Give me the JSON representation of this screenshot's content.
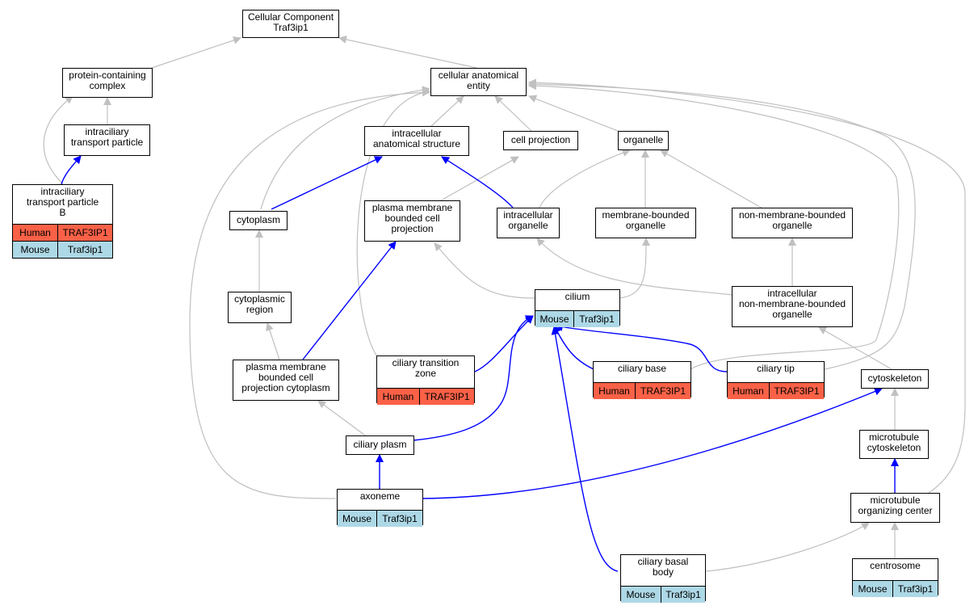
{
  "colors": {
    "ontology_edge": "#c0c0c0",
    "annotation_edge": "#0000ff",
    "human": "#fa6147",
    "mouse": "#add8e6"
  },
  "nodes": {
    "cc_root": {
      "label": "Cellular Component\nTraf3ip1"
    },
    "protein_complex": {
      "label": "protein-containing\ncomplex"
    },
    "cellular_entity": {
      "label": "cellular anatomical\nentity"
    },
    "ift_particle": {
      "label": "intraciliary\ntransport particle"
    },
    "ift_particle_b": {
      "label": "intraciliary\ntransport particle\nB",
      "human_species": "Human",
      "human_gene": "TRAF3IP1",
      "mouse_species": "Mouse",
      "mouse_gene": "Traf3ip1"
    },
    "intracellular_structure": {
      "label": "intracellular\nanatomical structure"
    },
    "cell_projection": {
      "label": "cell projection"
    },
    "organelle": {
      "label": "organelle"
    },
    "cytoplasm": {
      "label": "cytoplasm"
    },
    "pm_projection": {
      "label": "plasma membrane\nbounded cell\nprojection"
    },
    "intracellular_organelle": {
      "label": "intracellular\norganelle"
    },
    "membrane_bounded": {
      "label": "membrane-bounded\norganelle"
    },
    "non_membrane_bounded": {
      "label": "non-membrane-bounded\norganelle"
    },
    "cilium": {
      "label": "cilium",
      "mouse_species": "Mouse",
      "mouse_gene": "Traf3ip1"
    },
    "cytoplasmic_region": {
      "label": "cytoplasmic\nregion"
    },
    "ic_nmb_organelle": {
      "label": "intracellular\nnon-membrane-bounded\norganelle"
    },
    "pm_projection_cytoplasm": {
      "label": "plasma membrane\nbounded cell\nprojection cytoplasm"
    },
    "ciliary_transition_zone": {
      "label": "ciliary transition\nzone",
      "human_species": "Human",
      "human_gene": "TRAF3IP1"
    },
    "ciliary_base": {
      "label": "ciliary base",
      "human_species": "Human",
      "human_gene": "TRAF3IP1"
    },
    "ciliary_tip": {
      "label": "ciliary tip",
      "human_species": "Human",
      "human_gene": "TRAF3IP1"
    },
    "cytoskeleton": {
      "label": "cytoskeleton"
    },
    "ciliary_plasm": {
      "label": "ciliary plasm"
    },
    "microtubule_cytoskeleton": {
      "label": "microtubule\ncytoskeleton"
    },
    "axoneme": {
      "label": "axoneme",
      "mouse_species": "Mouse",
      "mouse_gene": "Traf3ip1"
    },
    "mtoc": {
      "label": "microtubule\norganizing center"
    },
    "ciliary_basal_body": {
      "label": "ciliary basal\nbody",
      "mouse_species": "Mouse",
      "mouse_gene": "Traf3ip1"
    },
    "centrosome": {
      "label": "centrosome",
      "mouse_species": "Mouse",
      "mouse_gene": "Traf3ip1"
    }
  }
}
